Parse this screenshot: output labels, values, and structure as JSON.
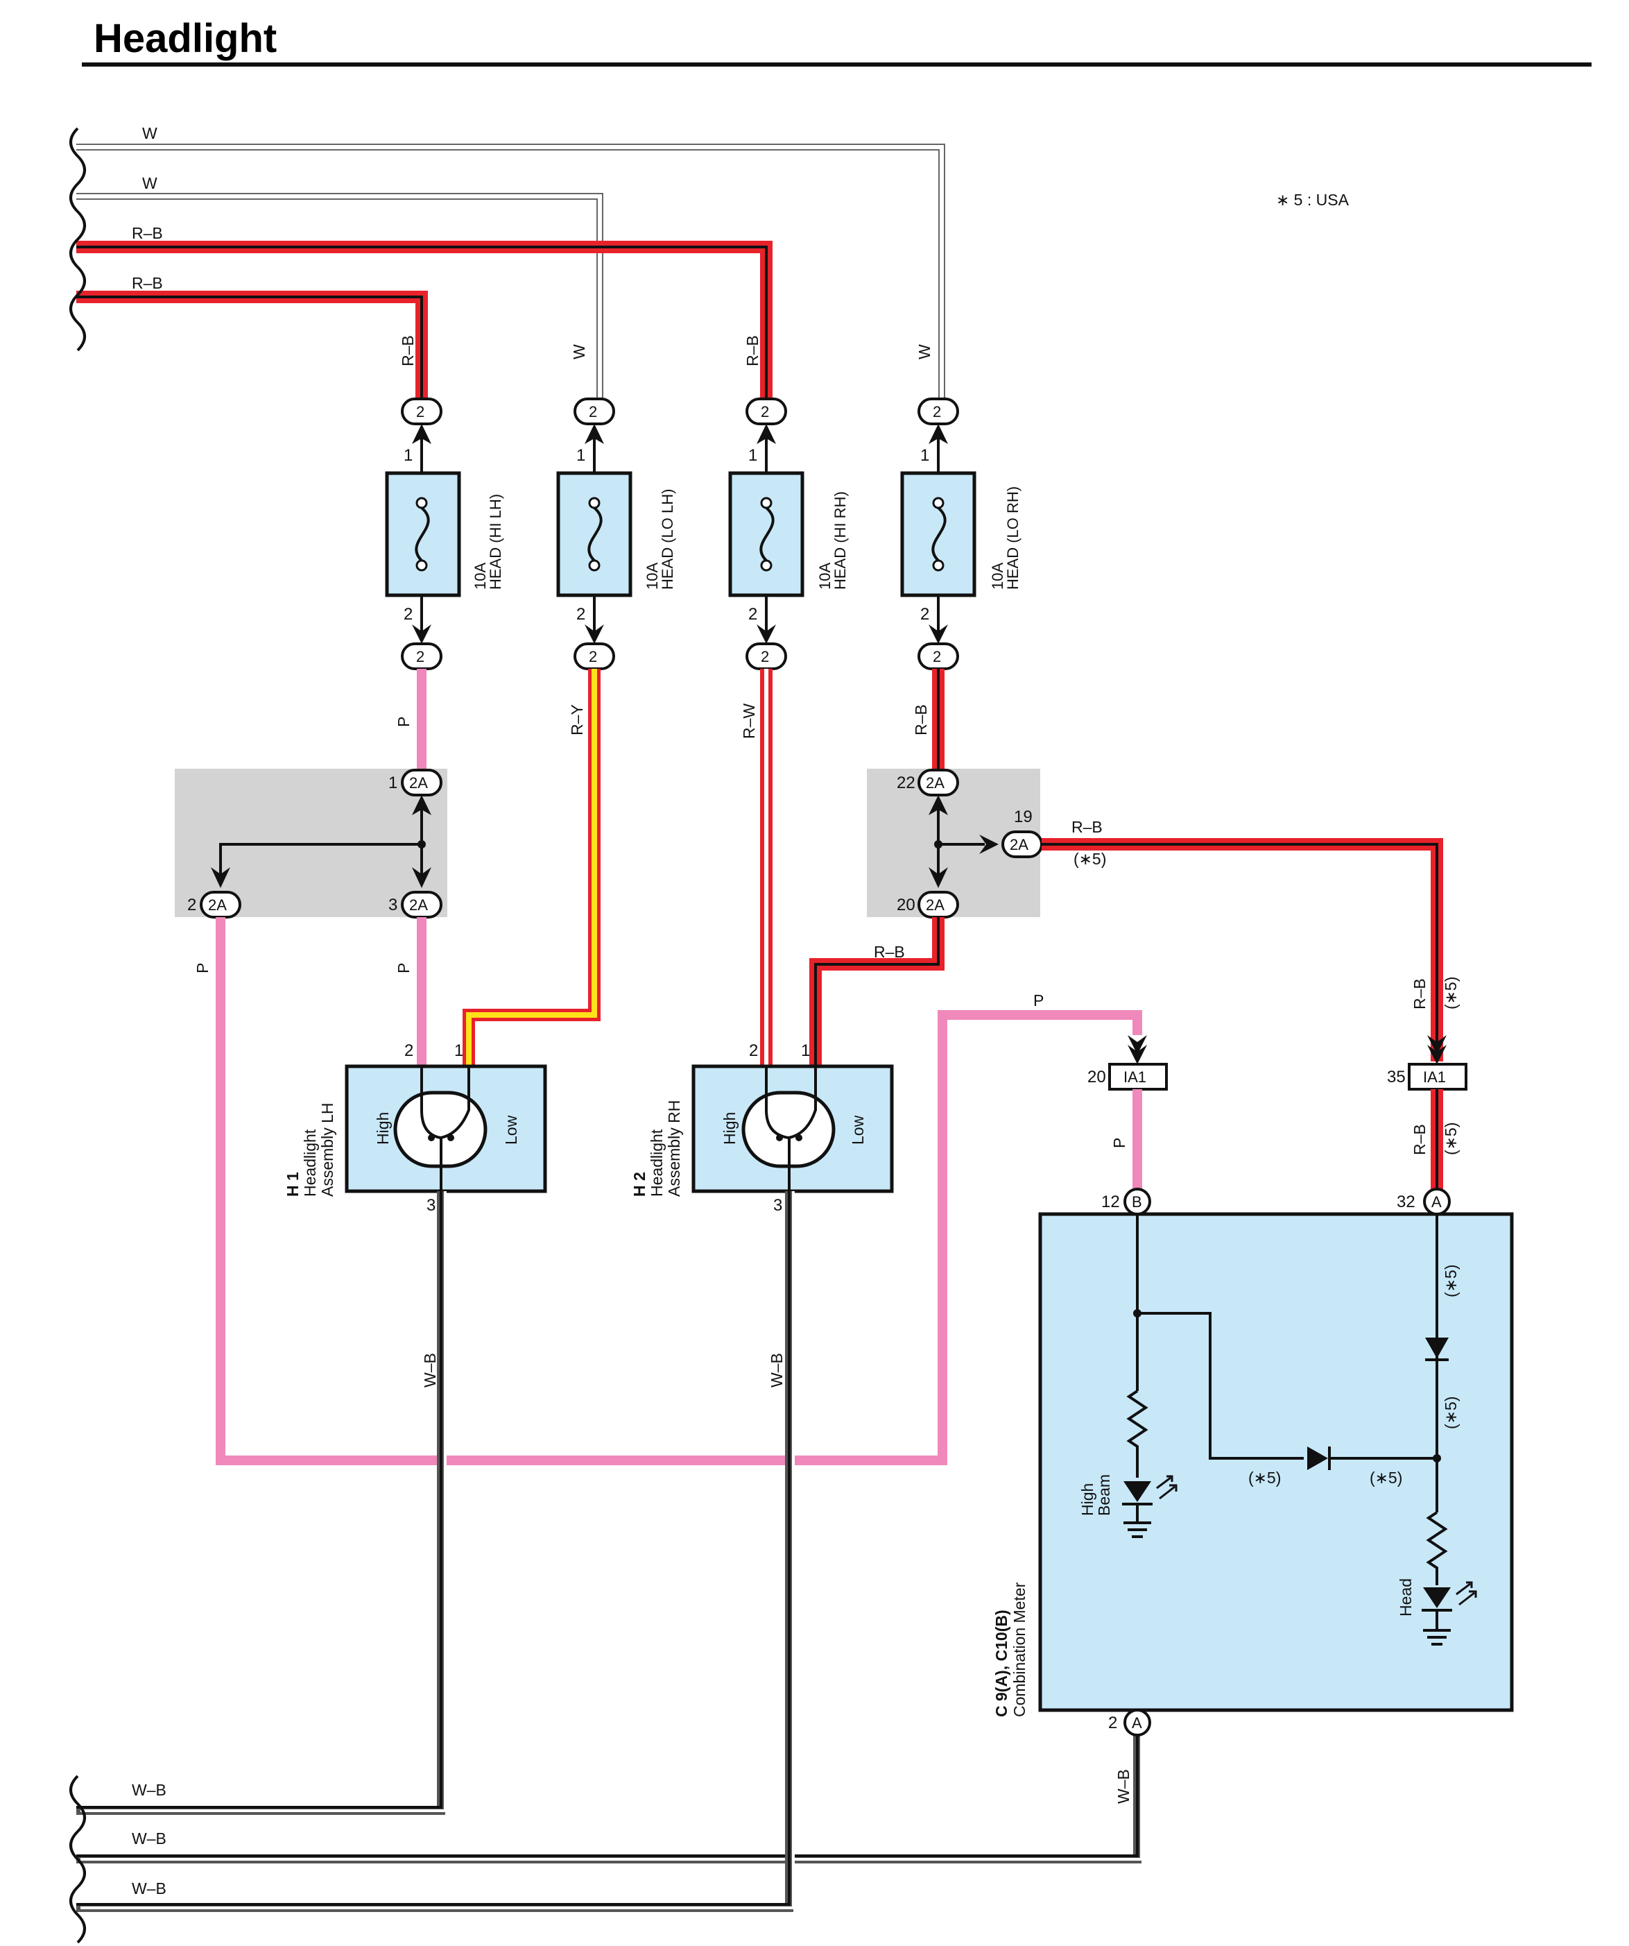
{
  "title": "Headlight",
  "note": "∗ 5 : USA",
  "left_wires": [
    {
      "label": "W"
    },
    {
      "label": "W"
    },
    {
      "label": "R–B"
    },
    {
      "label": "R–B"
    }
  ],
  "bottom_wires": [
    {
      "label": "W–B"
    },
    {
      "label": "W–B"
    },
    {
      "label": "W–B"
    }
  ],
  "fuses": [
    {
      "rating": "10A",
      "name": "HEAD (HI LH)",
      "wire_top": "R–B",
      "wire_bottom": "P",
      "pin_in": "1",
      "pin_out": "2",
      "conn": "2"
    },
    {
      "rating": "10A",
      "name": "HEAD (LO LH)",
      "wire_top": "W",
      "wire_bottom": "R–Y",
      "pin_in": "1",
      "pin_out": "2",
      "conn": "2"
    },
    {
      "rating": "10A",
      "name": "HEAD (HI RH)",
      "wire_top": "R–B",
      "wire_bottom": "R–W",
      "pin_in": "1",
      "pin_out": "2",
      "conn": "2"
    },
    {
      "rating": "10A",
      "name": "HEAD (LO RH)",
      "wire_top": "W",
      "wire_bottom": "R–B",
      "pin_in": "1",
      "pin_out": "2",
      "conn": "2"
    }
  ],
  "junction_left": {
    "conn": "2A",
    "pins": [
      "1",
      "2",
      "3"
    ],
    "wire_out_a": "P",
    "wire_out_b": "P"
  },
  "junction_right": {
    "conn": "2A",
    "pins": [
      "22",
      "19",
      "20"
    ],
    "wire_out_right": "R–B",
    "wire_out_right_note": "(∗5)",
    "wire_out_down": "R–B"
  },
  "headlight_lh": {
    "code": "H 1",
    "name": "Headlight\nAssembly LH",
    "name_line1": "Headlight",
    "name_line2": "Assembly LH",
    "high": "High",
    "low": "Low",
    "pins": [
      "2",
      "1",
      "3"
    ],
    "ground_wire": "W–B"
  },
  "headlight_rh": {
    "code": "H 2",
    "name_line1": "Headlight",
    "name_line2": "Assembly RH",
    "high": "High",
    "low": "Low",
    "pins": [
      "2",
      "1",
      "3"
    ],
    "ground_wire": "W–B"
  },
  "ia1_left": {
    "label": "IA1",
    "pin": "20",
    "wire_in": "P",
    "wire_out": "P"
  },
  "ia1_right": {
    "label": "IA1",
    "pin": "35",
    "wire_in": "R–B",
    "wire_in_note": "(∗5)",
    "wire_out": "R–B",
    "wire_out_note": "(∗5)"
  },
  "meter": {
    "code": "C 9(A), C10(B)",
    "name": "Combination Meter",
    "pin_b": "12",
    "conn_b": "B",
    "pin_a_top": "32",
    "conn_a_top": "A",
    "pin_a_bottom": "2",
    "conn_a_bottom": "A",
    "ground_wire": "W–B",
    "high_beam_l1": "High",
    "high_beam_l2": "Beam",
    "head": "Head",
    "notes": [
      "(∗5)",
      "(∗5)",
      "(∗5)",
      "(∗5)"
    ]
  }
}
